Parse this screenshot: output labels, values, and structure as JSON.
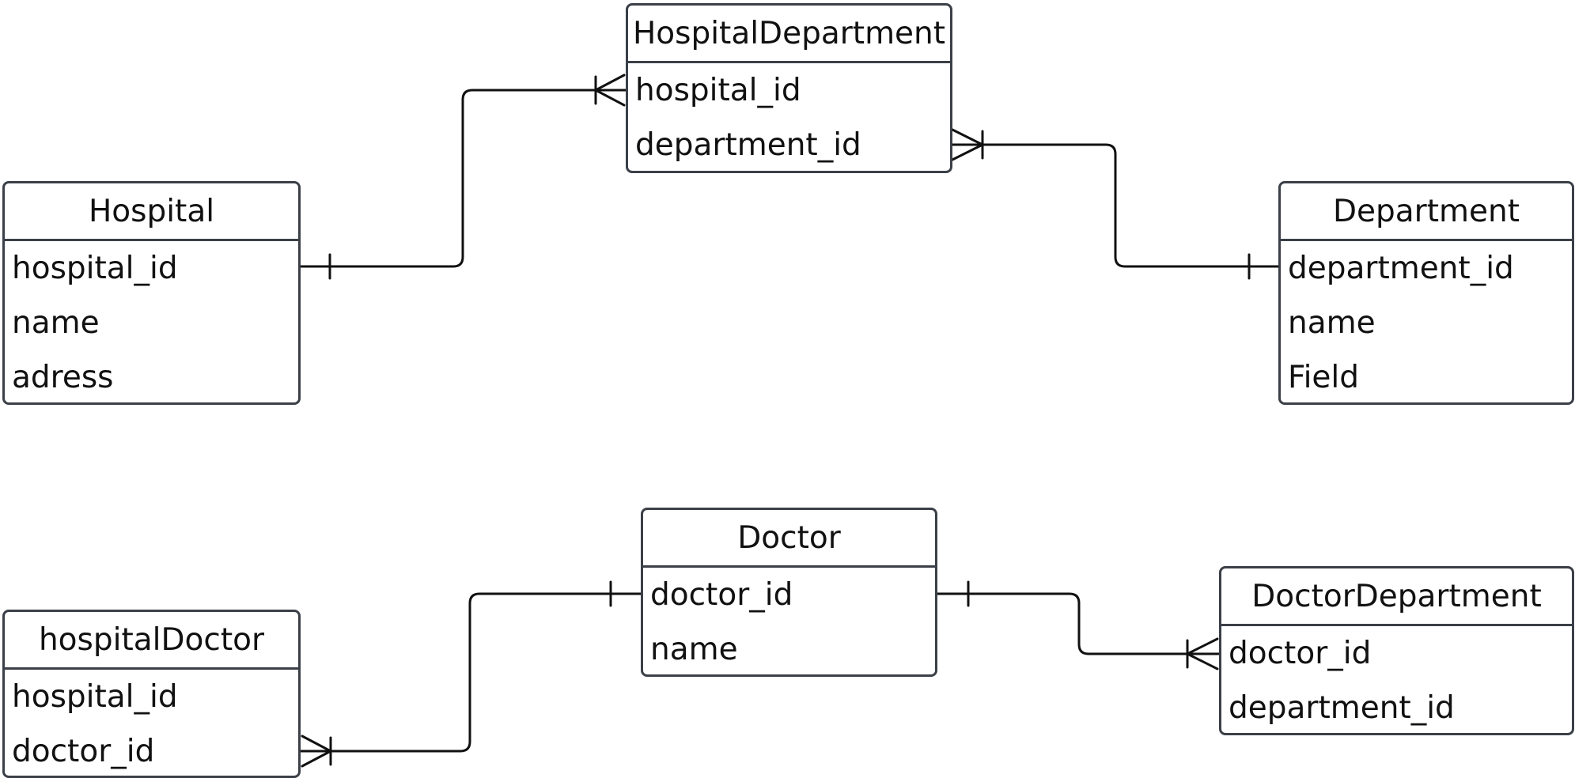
{
  "diagram": {
    "entities": [
      {
        "id": "hospital-department",
        "title": "HospitalDepartment",
        "attributes": [
          "hospital_id",
          "department_id"
        ]
      },
      {
        "id": "hospital",
        "title": "Hospital",
        "attributes": [
          "hospital_id",
          "name",
          "adress"
        ]
      },
      {
        "id": "department",
        "title": "Department",
        "attributes": [
          "department_id",
          "name",
          "Field"
        ]
      },
      {
        "id": "doctor",
        "title": "Doctor",
        "attributes": [
          "doctor_id",
          "name"
        ]
      },
      {
        "id": "hospital-doctor",
        "title": "hospitalDoctor",
        "attributes": [
          "hospital_id",
          "doctor_id"
        ]
      },
      {
        "id": "doctor-department",
        "title": "DoctorDepartment",
        "attributes": [
          "doctor_id",
          "department_id"
        ]
      }
    ],
    "relationships": [
      {
        "from": "Hospital.hospital_id",
        "from_cardinality": "one",
        "to": "HospitalDepartment.hospital_id",
        "to_cardinality": "many"
      },
      {
        "from": "Department.department_id",
        "from_cardinality": "one",
        "to": "HospitalDepartment.department_id",
        "to_cardinality": "many"
      },
      {
        "from": "Doctor.doctor_id",
        "from_cardinality": "one",
        "to": "hospitalDoctor.doctor_id",
        "to_cardinality": "many"
      },
      {
        "from": "Doctor.doctor_id",
        "from_cardinality": "one",
        "to": "DoctorDepartment.doctor_id",
        "to_cardinality": "many"
      }
    ],
    "colors": {
      "entity_border": "#3b4048",
      "line": "#111111",
      "background": "#ffffff"
    }
  }
}
